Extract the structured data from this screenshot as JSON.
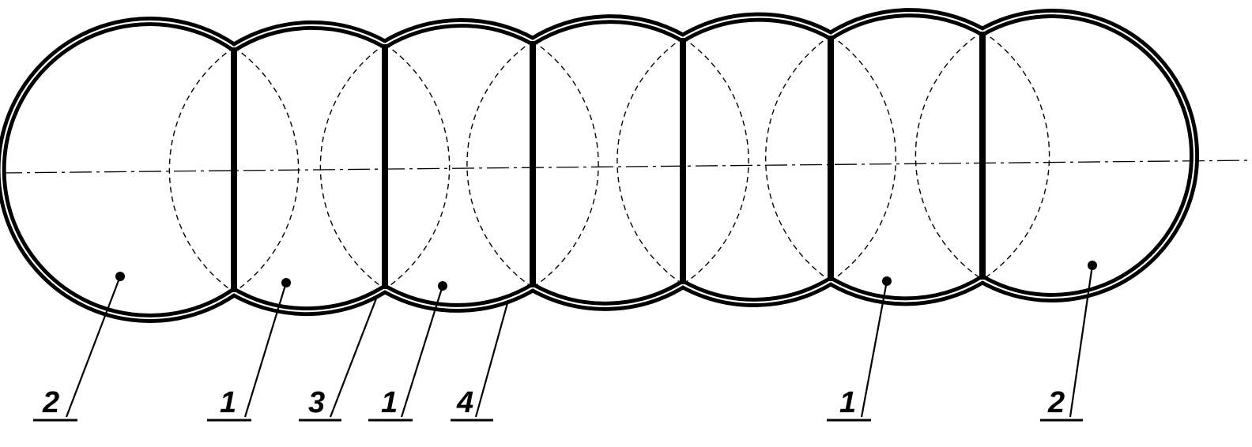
{
  "callouts": [
    {
      "id": "c1",
      "label": "2"
    },
    {
      "id": "c2",
      "label": "1"
    },
    {
      "id": "c3",
      "label": "3"
    },
    {
      "id": "c4",
      "label": "1"
    },
    {
      "id": "c5",
      "label": "4"
    },
    {
      "id": "c6",
      "label": "1"
    },
    {
      "id": "c7",
      "label": "2"
    }
  ]
}
